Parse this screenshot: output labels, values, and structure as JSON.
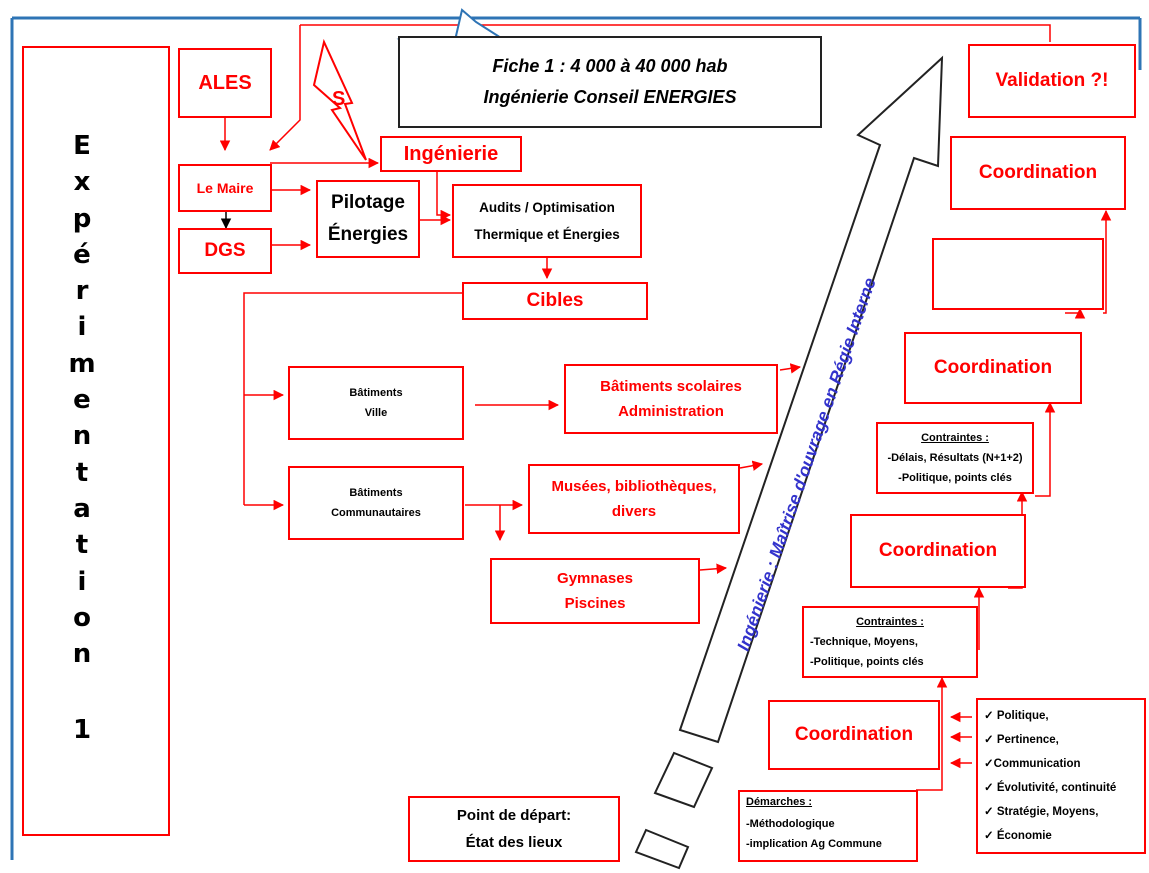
{
  "title_box": {
    "line1": "Fiche 1 :  4 000 à 40 000 hab",
    "line2": "Ingénierie Conseil ENERGIES"
  },
  "side_label": "Expérimentation 1",
  "nodes": {
    "ales": "ALES",
    "s_bolt": "S",
    "ingenierie": "Ingénierie",
    "le_maire": "Le Maire",
    "dgs": "DGS",
    "pilotage": [
      "Pilotage",
      "Énergies"
    ],
    "audits": [
      "Audits / Optimisation",
      "Thermique et Énergies"
    ],
    "cibles": "Cibles",
    "batiments_ville": [
      "Bâtiments",
      "Ville"
    ],
    "batiments_comm": [
      "Bâtiments",
      "Communautaires"
    ],
    "batiments_scolaires": [
      "Bâtiments scolaires",
      "Administration"
    ],
    "musees": [
      "Musées, bibliothèques,",
      "divers"
    ],
    "gymnases": [
      "Gymnases",
      "Piscines"
    ],
    "point_depart": [
      "Point de départ:",
      "État des lieux"
    ],
    "demarches": {
      "title": "Démarches :",
      "items": [
        "-Méthodologique",
        "-implication Ag Commune"
      ]
    },
    "validation": "Validation ?!",
    "coordination": "Coordination",
    "contraintes_a": {
      "title": "Contraintes :",
      "items": [
        "-Technique, Moyens,",
        "-Politique, points clés"
      ]
    },
    "contraintes_b": {
      "title": "Contraintes :",
      "items": [
        "-Délais, Résultats (N+1+2)",
        "-Politique, points clés"
      ]
    },
    "checklist": [
      "✓ Politique,",
      "✓ Pertinence,",
      "✓Communication",
      "✓ Évolutivité, continuité",
      "✓ Stratégie, Moyens,",
      "✓ Économie"
    ]
  },
  "big_arrow_label": "Ingénierie : Maîtrise d'ouvrage en Régie Interne",
  "colors": {
    "accent": "#ff0000",
    "frame": "#2e74b5",
    "arrow_text": "#3333cc"
  }
}
